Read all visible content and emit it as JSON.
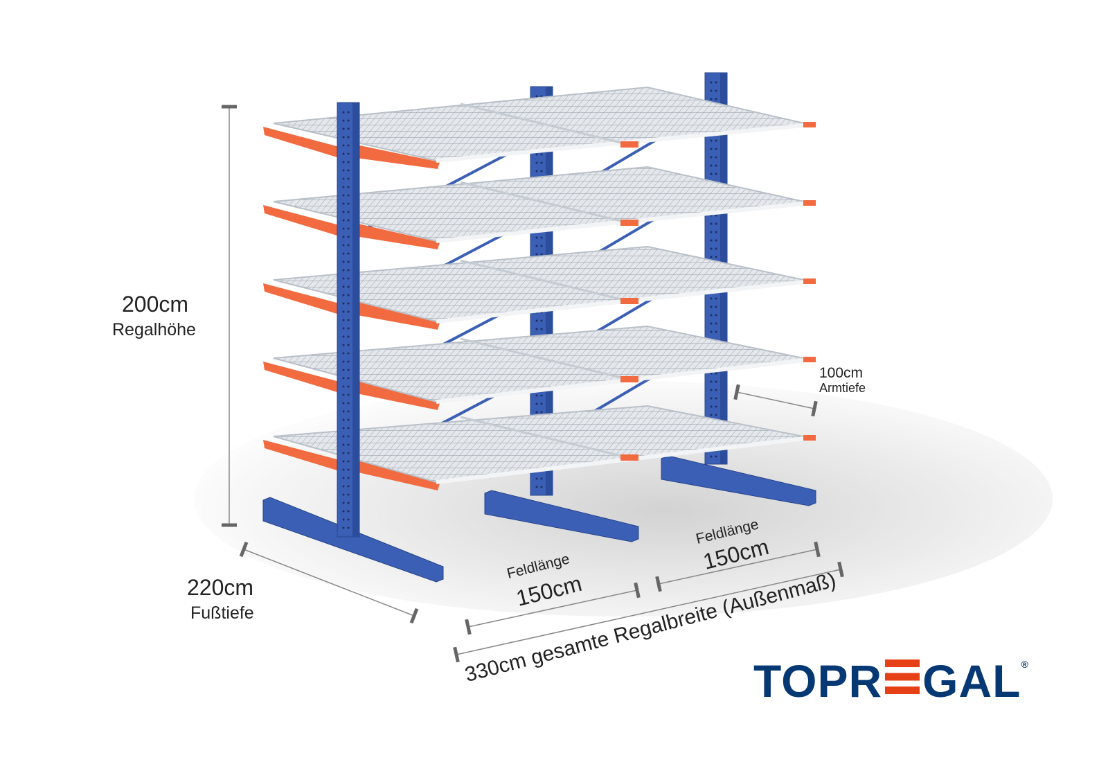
{
  "dimensions": {
    "height": {
      "value": "200cm",
      "label": "Regalhöhe"
    },
    "foot_depth": {
      "value": "220cm",
      "label": "Fußtiefe"
    },
    "arm_depth": {
      "value": "100cm",
      "label": "Armtiefe"
    },
    "bay1": {
      "label": "Feldlänge",
      "value": "150cm"
    },
    "bay2": {
      "label": "Feldlänge",
      "value": "150cm"
    },
    "total_width": "330cm gesamte Regalbreite  (Außenmaß)"
  },
  "logo": {
    "pre": "TOPR",
    "post": "GAL",
    "reg": "®",
    "full": "TOPREGAL"
  },
  "colors": {
    "upright": "#3a5fb5",
    "arm": "#f26a3f",
    "shelf": "#d9dde3",
    "logo_blue": "#063873",
    "logo_red": "#e64016"
  }
}
